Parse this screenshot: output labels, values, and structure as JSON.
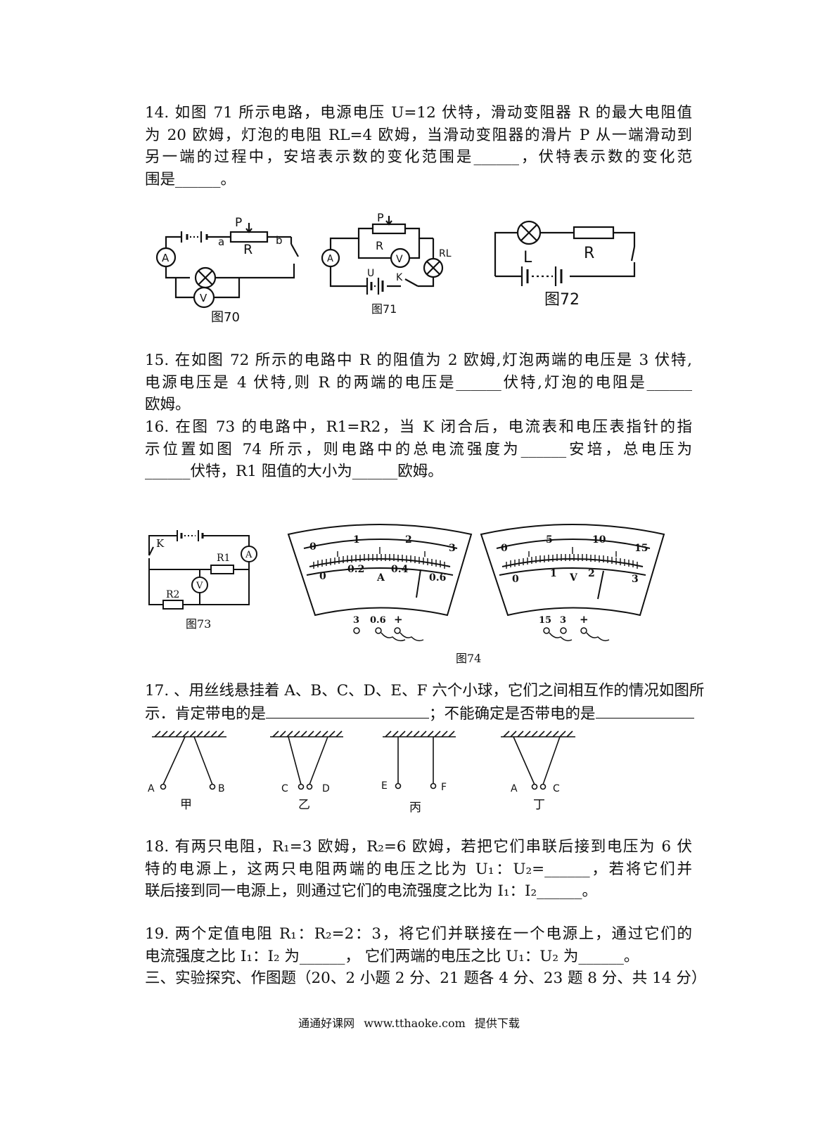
{
  "q14": {
    "lines": [
      "14.  如图 71 所示电路，电源电压 U=12 伏特，滑动变阻器 R 的最大电阻值",
      "为 20 欧姆，灯泡的电阻 RL=4 欧姆，当滑动变阻器的滑片 P 从一端滑动到",
      "另一端的过程中，安培表示数的变化范围是______，伏特表示数的变化范",
      "围是______。"
    ]
  },
  "fig70": {
    "caption": "图70",
    "labels": {
      "A": "A",
      "V": "V",
      "P": "P",
      "R": "R",
      "a": "a",
      "b": "b"
    }
  },
  "fig71": {
    "caption": "图71",
    "labels": {
      "A": "A",
      "V": "V",
      "P": "P",
      "R": "R",
      "RL": "RL",
      "U": "U",
      "K": "K"
    }
  },
  "fig72": {
    "caption": "图72",
    "labels": {
      "L": "L",
      "R": "R"
    }
  },
  "q15": {
    "lines": [
      "15.  在如图 72 所示的电路中 R 的阻值为 2 欧姆,灯泡两端的电压是 3 伏特,",
      "电源电压是 4 伏特,则 R 的两端的电压是______伏特,灯泡的电阻是______",
      "欧姆。"
    ]
  },
  "q16": {
    "lines": [
      "16.  在图 73 的电路中，R1=R2，当 K 闭合后，电流表和电压表指针的指",
      "示位置如图 74 所示，则电路中的总电流强度为______安培，总电压为",
      "______伏特，R1 阻值的大小为______欧姆。"
    ]
  },
  "fig73": {
    "caption": "图73",
    "labels": {
      "K": "K",
      "A": "A",
      "V": "V",
      "R1": "R1",
      "R2": "R2"
    }
  },
  "fig74": {
    "caption": "图74",
    "ammeter": {
      "unit": "A",
      "top_scale": [
        "0",
        "1",
        "2",
        "3"
      ],
      "bottom_scale": [
        "0",
        "0.2",
        "0.4",
        "0.6"
      ],
      "terminals": [
        "3",
        "0.6",
        "+"
      ]
    },
    "voltmeter": {
      "unit": "V",
      "top_scale": [
        "0",
        "5",
        "10",
        "15"
      ],
      "bottom_scale": [
        "0",
        "1",
        "2",
        "3"
      ],
      "terminals": [
        "15",
        "3",
        "+"
      ]
    }
  },
  "q17": {
    "line1": "17. 、用丝线悬挂着 A、B、C、D、E、F 六个小球，它们之间相互作的情况如图所",
    "line2_part1": "示．肯定带电的是",
    "line2_part2": "；不能确定是否带电的是",
    "groups": [
      {
        "left": "A",
        "right": "B",
        "name": "甲"
      },
      {
        "left": "C",
        "right": "D",
        "name": "乙"
      },
      {
        "left": "E",
        "right": "F",
        "name": "丙"
      },
      {
        "left": "A",
        "right": "C",
        "name": "丁"
      }
    ]
  },
  "q18": {
    "line1": "18. 有两只电阻，R₁=3 欧姆，R₂=6 欧姆，若把它们串联后接到电压为 6 伏",
    "line2": "特的电源上，这两只电阻两端的电压之比为 U₁：U₂=______，若将它们并",
    "line3": "联后接到同一电源上，则通过它们的电流强度之比为 I₁：I₂______。"
  },
  "q19": {
    "line1": "19. 两个定值电阻 R₁：R₂=2：3，将它们并联接在一个电源上，通过它们的",
    "line2": "电流强度之比 I₁：I₂ 为______， 它们两端的电压之比 U₁：U₂ 为______。"
  },
  "section3": {
    "title": "三、实验探究、作图题（20、2 小题 2 分、21 题各 4 分、23 题 8 分、共 14 分）"
  },
  "footer": {
    "site": "通通好课网",
    "url": "www.tthaoke.com",
    "note": "提供下载"
  }
}
